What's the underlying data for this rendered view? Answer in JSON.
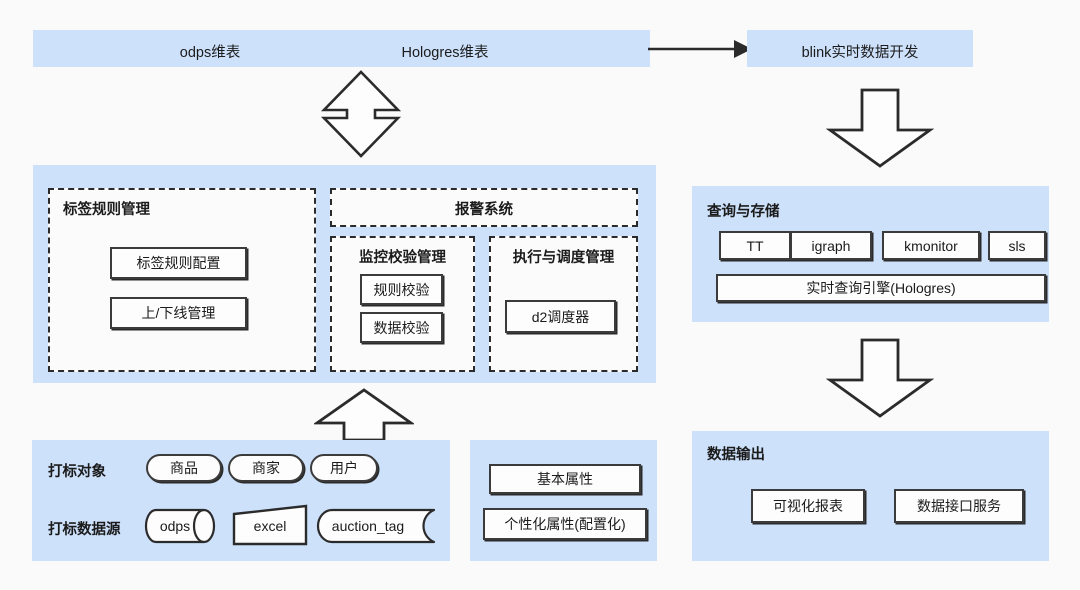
{
  "top_bar": {
    "labels": [
      {
        "text": "odps维表"
      },
      {
        "text": "Hologres维表"
      }
    ]
  },
  "blink_box": {
    "label": "blink实时数据开发"
  },
  "arrows": [
    {
      "name": "double-arrow-dimension-to-platform",
      "direction": "up-down"
    },
    {
      "name": "arrow-blink-to-query",
      "direction": "down"
    },
    {
      "name": "arrow-source-to-platform",
      "direction": "up"
    },
    {
      "name": "arrow-query-to-output",
      "direction": "down"
    }
  ],
  "platform_panel": {
    "groups": [
      {
        "title": "标签规则管理",
        "items": [
          "标签规则配置",
          "上/下线管理"
        ]
      },
      {
        "title": "报警系统",
        "items": []
      },
      {
        "title": "监控校验管理",
        "items": [
          "规则校验",
          "数据校验"
        ]
      },
      {
        "title": "执行与调度管理",
        "items": [
          "d2调度器"
        ]
      }
    ]
  },
  "query_panel": {
    "title": "查询与存储",
    "stores": [
      "TT",
      "igraph",
      "kmonitor",
      "sls"
    ],
    "engine": "实时查询引擎(Hologres)"
  },
  "output_panel": {
    "title": "数据输出",
    "items": [
      "可视化报表",
      "数据接口服务"
    ]
  },
  "source_panel": {
    "rows": [
      {
        "label": "打标对象",
        "items": [
          {
            "text": "商品",
            "shape": "pill"
          },
          {
            "text": "商家",
            "shape": "pill"
          },
          {
            "text": "用户",
            "shape": "pill"
          }
        ]
      },
      {
        "label": "打标数据源",
        "items": [
          {
            "text": "odps",
            "shape": "cylinder"
          },
          {
            "text": "excel",
            "shape": "trapezoid"
          },
          {
            "text": "auction_tag",
            "shape": "tape"
          }
        ]
      }
    ]
  },
  "attribute_panel": {
    "items": [
      "基本属性",
      "个性化属性(配置化)"
    ]
  },
  "colors": {
    "panel_blue": "#cde1fb",
    "box_border": "#3b3b3b",
    "background": "#fafafa",
    "text": "#1b1b1b"
  }
}
